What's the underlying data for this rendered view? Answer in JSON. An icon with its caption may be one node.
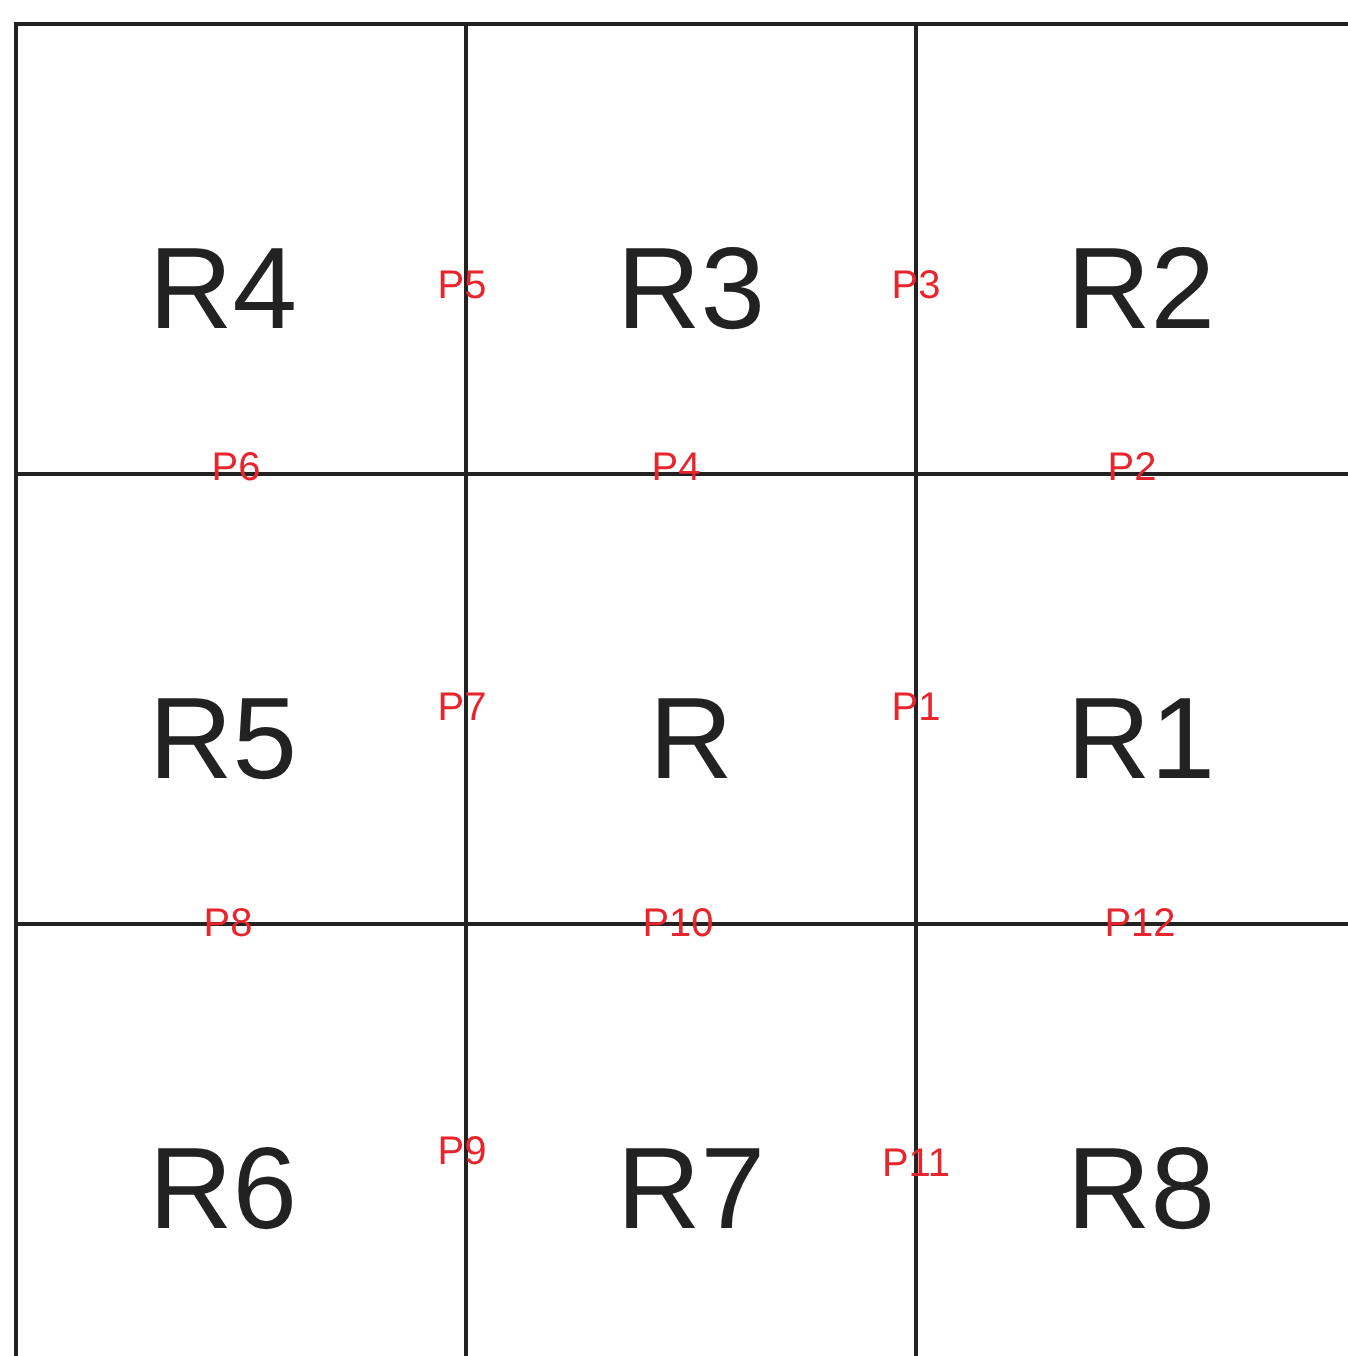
{
  "diagram": {
    "nodes": [
      {
        "text": [
          "R4"
        ]
      },
      {
        "text": [
          "R3"
        ]
      },
      {
        "text": [
          "R2"
        ]
      },
      {
        "text": [
          "R5"
        ]
      },
      {
        "text": [
          "R"
        ]
      },
      {
        "text": [
          "R1"
        ]
      },
      {
        "text": [
          "R6"
        ]
      },
      {
        "text": [
          "R7"
        ]
      },
      {
        "text": [
          "R8"
        ]
      }
    ],
    "labels": [
      "P5",
      "P3",
      "P6",
      "P4",
      "P2",
      "P7",
      "P1",
      "P8",
      "P10",
      "P12",
      "P9",
      "P11"
    ]
  }
}
